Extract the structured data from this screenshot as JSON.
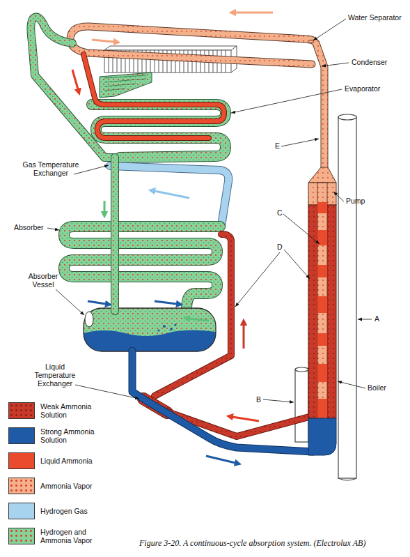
{
  "diagram": {
    "caption": "Figure 3-20. A continuous-cycle absorption system. (Electrolux AB)",
    "labels": [
      "Water Separator",
      "Condenser",
      "Evaporator",
      "E",
      "Gas Temperature Exchanger",
      "Pump",
      "C",
      "D",
      "Absorber",
      "Absorber Vessel",
      "A",
      "Boiler",
      "Liquid Temperature Exchanger",
      "B"
    ],
    "legend": [
      {
        "text": "Weak Ammonia Solution",
        "color": "#c9392a"
      },
      {
        "text": "Strong Ammonia Solution",
        "color": "#1f5aa6"
      },
      {
        "text": "Liquid Ammonia",
        "color": "#ea4b2c"
      },
      {
        "text": "Ammonia Vapor",
        "color": "#f4b08a"
      },
      {
        "text": "Hydrogen Gas",
        "color": "#a8d3ef"
      },
      {
        "text": "Hydrogen and Ammonia Vapor",
        "color": "#86d39a"
      }
    ]
  }
}
